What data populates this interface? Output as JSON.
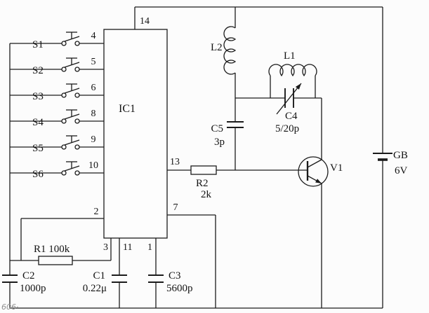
{
  "diagram": {
    "type": "circuit-schematic",
    "background_color": "#fcfcfc",
    "line_color": "#1b1b1b",
    "watermark": "606·",
    "ic": {
      "ref": "IC1",
      "pins": {
        "p14": "14",
        "p2": "2",
        "p3": "3",
        "p11": "11",
        "p1": "1",
        "p13": "13",
        "p7": "7"
      }
    },
    "switches": [
      {
        "label": "S1",
        "pin": "4"
      },
      {
        "label": "S2",
        "pin": "5"
      },
      {
        "label": "S3",
        "pin": "6"
      },
      {
        "label": "S4",
        "pin": "8"
      },
      {
        "label": "S5",
        "pin": "9"
      },
      {
        "label": "S6",
        "pin": "10"
      }
    ],
    "components": {
      "r1": {
        "label": "R1 100k"
      },
      "r2": {
        "ref": "R2",
        "value": "2k"
      },
      "c1": {
        "ref": "C1",
        "value": "0.22μ"
      },
      "c2": {
        "ref": "C2",
        "value": "1000p"
      },
      "c3": {
        "ref": "C3",
        "value": "5600p"
      },
      "c4": {
        "ref": "C4",
        "value": "5/20p"
      },
      "c5": {
        "ref": "C5",
        "value": "3p"
      },
      "l1": {
        "ref": "L1"
      },
      "l2": {
        "ref": "L2"
      },
      "v1": {
        "ref": "V1"
      },
      "gb": {
        "ref": "GB",
        "value": "6V"
      }
    }
  }
}
